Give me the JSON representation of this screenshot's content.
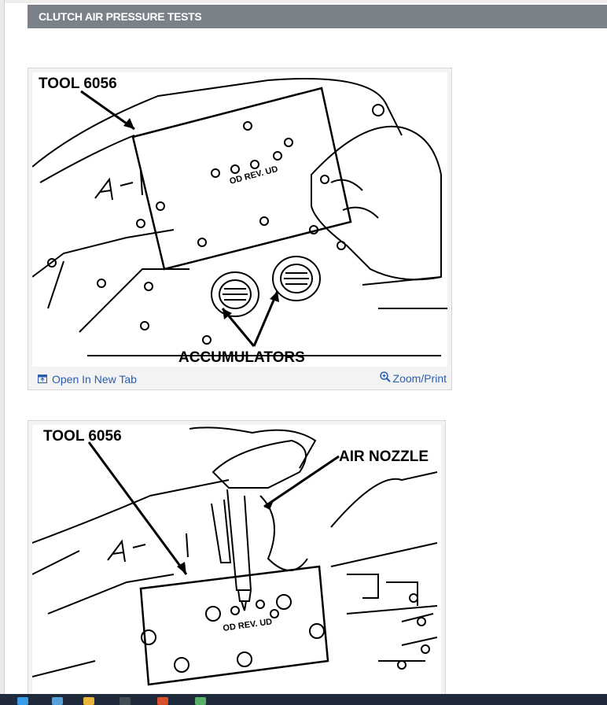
{
  "header": {
    "title": "CLUTCH AIR PRESSURE TESTS"
  },
  "figure1": {
    "labels": {
      "tool": "TOOL 6056",
      "plate_text": "OD REV. UD",
      "accumulators": "ACCUMULATORS"
    },
    "actions": {
      "open_new_tab": "Open In New Tab",
      "zoom_print": "Zoom/Print"
    }
  },
  "figure2": {
    "labels": {
      "tool": "TOOL 6056",
      "nozzle": "AIR NOZZLE",
      "plate_text": "OD REV. UD"
    }
  },
  "colors": {
    "header_bg": "#7a8189",
    "link": "#2a5db0",
    "taskbar": "#1f2a3a"
  },
  "icons": [
    "open-new-tab-icon",
    "zoom-icon"
  ]
}
